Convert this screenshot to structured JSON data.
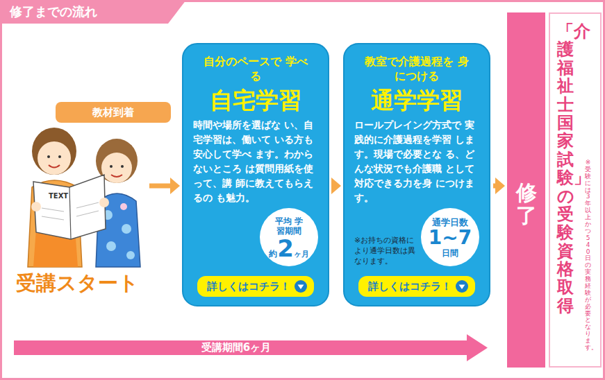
{
  "diagram": {
    "title": "修了までの流れ",
    "nodes": [
      {
        "text": [
          "教材到着",
          "受講スタート"
        ]
      },
      {
        "text": [
          "自分のペースで 学べる",
          "自宅学習",
          "時間や場所を選ばな い、自宅学習は、働いて いる方も安心して学べ ます。わからないところ は質問用紙を使って、講 師に教えてもらえるの も魅力。"
        ]
      },
      {
        "text": [
          "平均 学習期間",
          "約",
          "2",
          "ヶ月"
        ],
        "in": 1
      },
      {
        "text": [
          "詳しくはコチラ！"
        ],
        "in": 1
      },
      {
        "text": [
          "教室で介護過程を 身につける",
          "通学学習",
          "ロールプレイング方式で 実践的に介護過程を学習 します。現場で必要とな る、どんな状況でも介護職 として対応できる力を身 につけます。",
          "※お持ちの資格に より通学日数は異なります。"
        ]
      },
      {
        "text": [
          "通学日数",
          "1~7",
          "日間"
        ],
        "in": 4
      },
      {
        "text": [
          "詳しくはコチラ！"
        ],
        "in": 4
      },
      {
        "text": [
          "修了！"
        ]
      },
      {
        "text": [
          "「介護福祉士国家試験」の受験資格取得",
          "※受験には3年以上かつ540日の実務経験が必要となります。"
        ]
      }
    ],
    "edges": [
      {
        "from": 0,
        "to": 1,
        "arrow": "to"
      },
      {
        "from": 1,
        "to": 4,
        "arrow": "to"
      },
      {
        "from": 4,
        "to": 7,
        "arrow": "to"
      }
    ],
    "labels": [
      "TEXT",
      "受講期間6ヶ月"
    ]
  }
}
